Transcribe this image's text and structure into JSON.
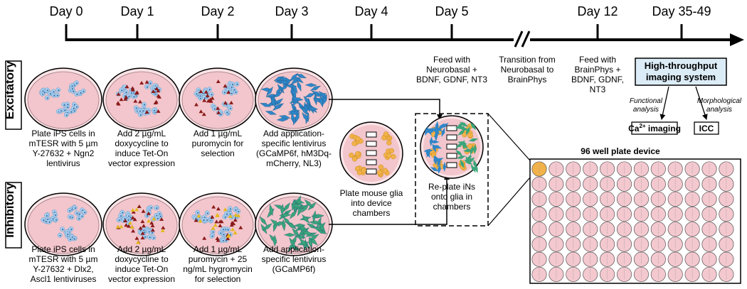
{
  "timeline": {
    "days": [
      "Day 0",
      "Day 1",
      "Day 2",
      "Day 3",
      "Day 4",
      "Day 5",
      "Day 12",
      "Day 35-49"
    ]
  },
  "rows": {
    "excitatory_label": "Excitatory",
    "inhibitory_label": "Inhibitory"
  },
  "excitatory_steps": [
    [
      "Plate iPS cells in",
      "mTESR with 5 µm",
      "Y-27632 + Ngn2",
      "lentivirus"
    ],
    [
      "Add 2 µg/mL",
      "doxycycline to",
      "induce Tet-On",
      "vector expression"
    ],
    [
      "Add 1 µg/mL",
      "puromycin for",
      "selection"
    ],
    [
      "Add application-",
      "specific lentivirus",
      "(GCaMP6f, hM3Dq-",
      "mCherry, NL3)"
    ]
  ],
  "inhibitory_steps": [
    [
      "Plate iPS cells in",
      "mTESR with 5 µm",
      "Y-27632 + Dlx2,",
      "Ascl1 lentiviruses"
    ],
    [
      "Add 2 µg/mL",
      "doxycycline to",
      "induce Tet-On",
      "vector expression"
    ],
    [
      "Add 1 µg/mL",
      "puromycin + 25",
      "ng/mL hygromycin",
      "for selection"
    ],
    [
      "Add application-",
      "specific lentivirus",
      "(GCaMP6f)"
    ]
  ],
  "glia_plate_text": [
    "Plate mouse glia",
    "into device",
    "chambers"
  ],
  "replate_text": [
    "Re-plate iNs",
    "onto glia in",
    "chambers"
  ],
  "feed_day5": [
    "Feed with",
    "Neurobasal +",
    "BDNF, GDNF, NT3"
  ],
  "transition": [
    "Transition from",
    "Neurobasal to",
    "BrainPhys"
  ],
  "feed_day12": [
    "Feed with",
    "BrainPhys +",
    "BDNF, GDNF,",
    "NT3"
  ],
  "imaging": {
    "title": [
      "High-throughput",
      "imaging system"
    ],
    "functional": [
      "Functional",
      "analysis"
    ],
    "morphological": [
      "Morphological",
      "analysis"
    ],
    "ca_prefix": "Ca",
    "ca_sup": "2+",
    "ca_suffix": " imaging",
    "icc": "ICC"
  },
  "plate_title": "96 well plate device",
  "well_plate": {
    "rows": 8,
    "cols": 12
  },
  "colors": {
    "dish_fill": "#f2c6cc",
    "ips_cells": "#a7cdee",
    "excitatory_neuron": "#2f86c8",
    "inhibitory_neuron": "#3aa57a",
    "glia": "#f2b24a",
    "dox_marker": "#8b1a1a",
    "hygro_marker": "#e4b81c",
    "imaging_box": "#dcecf7",
    "well_fill": "#f4c8cf"
  }
}
